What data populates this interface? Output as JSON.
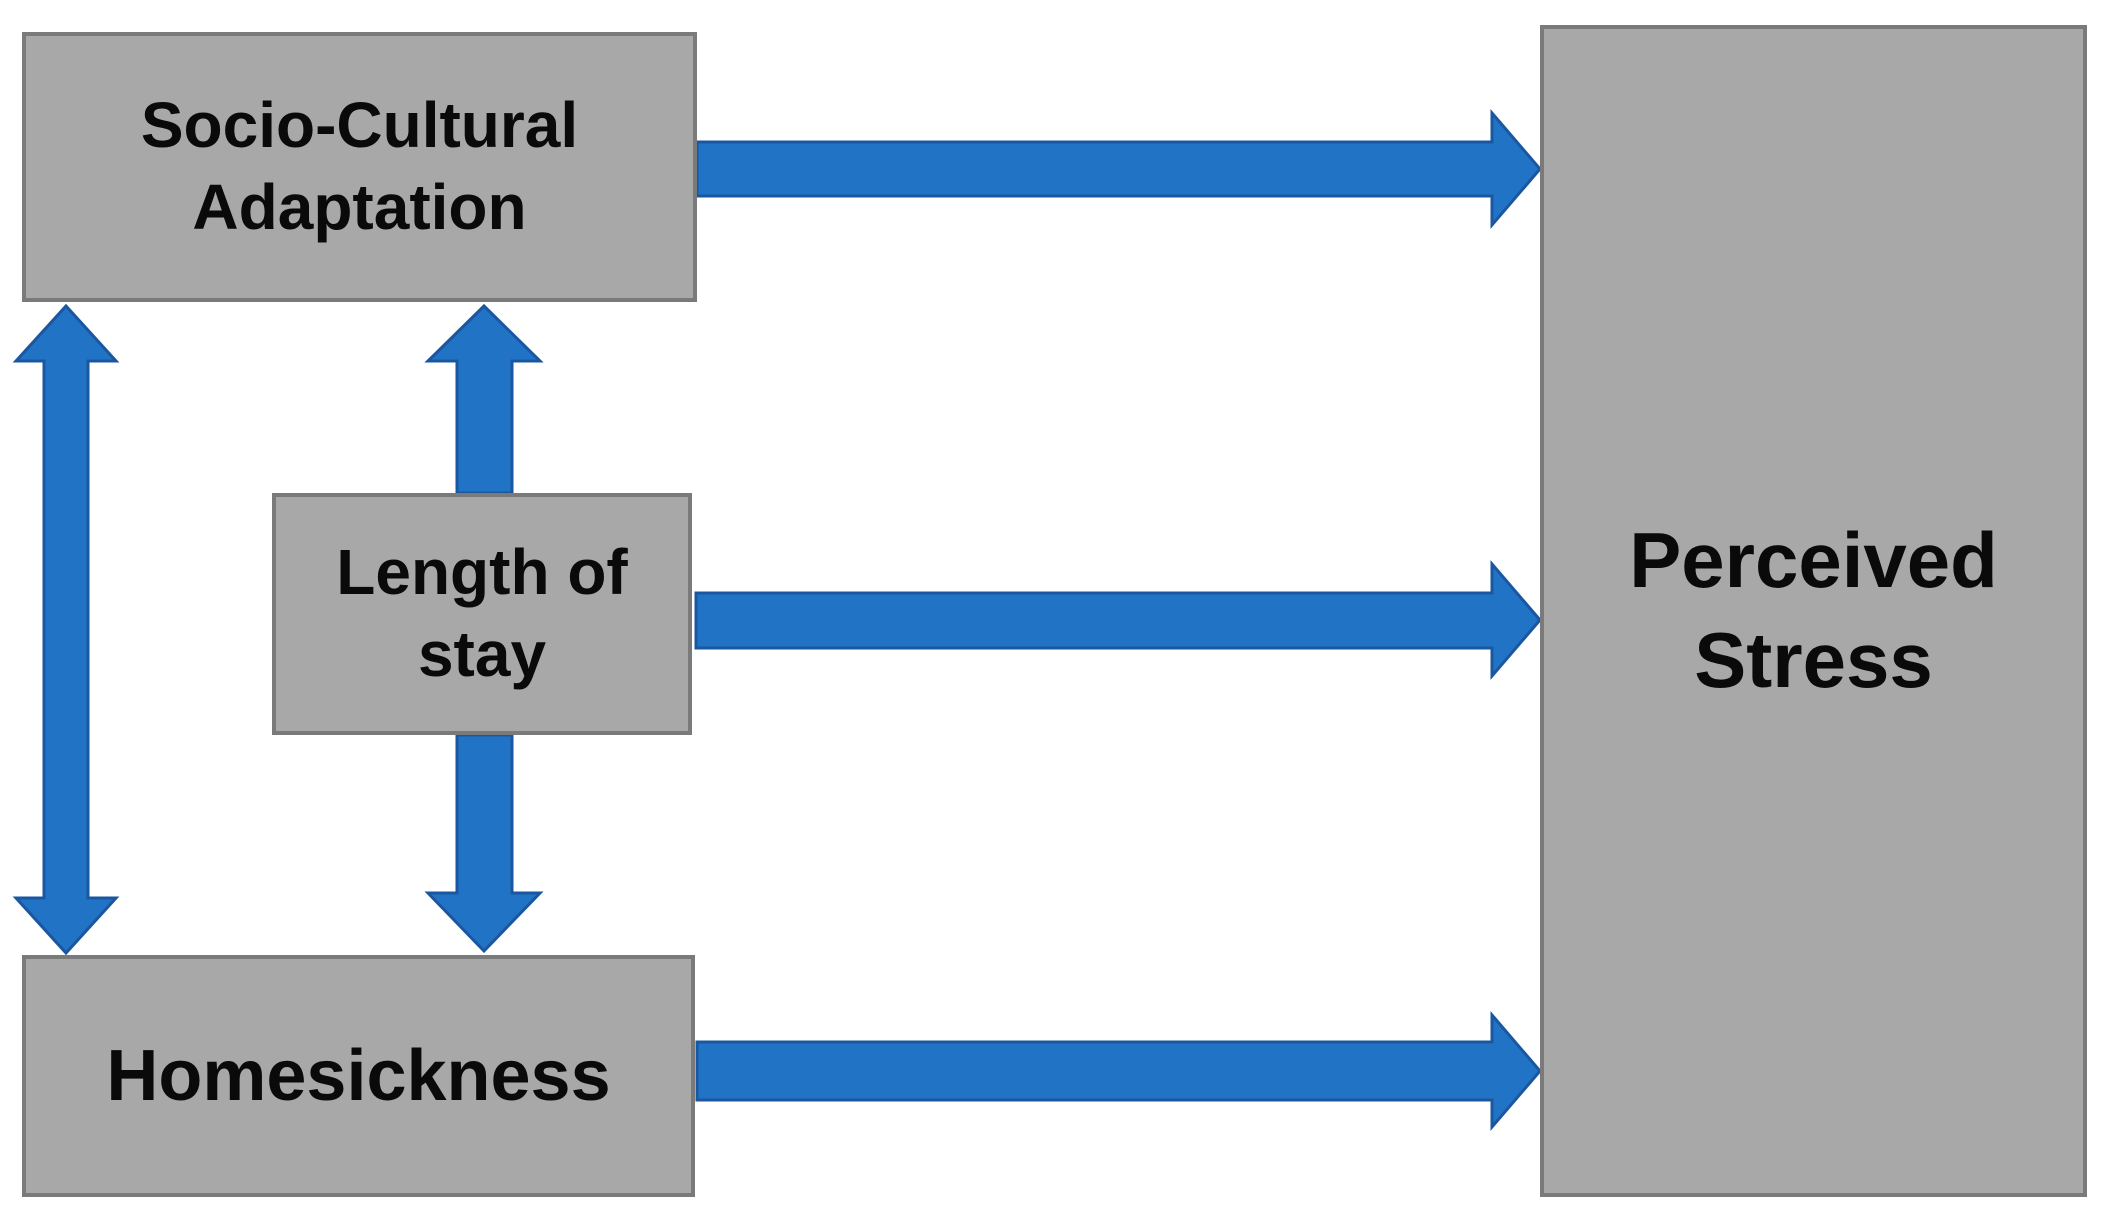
{
  "diagram": {
    "nodes": {
      "socio": {
        "label": "Socio-Cultural\nAdaptation"
      },
      "length": {
        "label": "Length of\nstay"
      },
      "home": {
        "label": "Homesickness"
      },
      "stress": {
        "label": "Perceived\nStress"
      }
    },
    "edges": [
      {
        "from": "Socio-Cultural Adaptation",
        "to": "Perceived Stress",
        "style": "single-headed",
        "direction": "right"
      },
      {
        "from": "Length of stay",
        "to": "Perceived Stress",
        "style": "single-headed",
        "direction": "right"
      },
      {
        "from": "Homesickness",
        "to": "Perceived Stress",
        "style": "single-headed",
        "direction": "right"
      },
      {
        "from": "Socio-Cultural Adaptation",
        "to": "Homesickness",
        "style": "double-headed",
        "direction": "vertical"
      },
      {
        "from": "Length of stay",
        "to": "Socio-Cultural Adaptation",
        "style": "single-headed",
        "direction": "up"
      },
      {
        "from": "Length of stay",
        "to": "Homesickness",
        "style": "single-headed",
        "direction": "down"
      }
    ]
  },
  "colors": {
    "arrow-fill": "#2173c5",
    "arrow-border": "#1a57a0",
    "box-fill": "#a8a8a8",
    "box-border": "#7a7a7a",
    "text": "#0a0a0a",
    "background": "#ffffff"
  }
}
